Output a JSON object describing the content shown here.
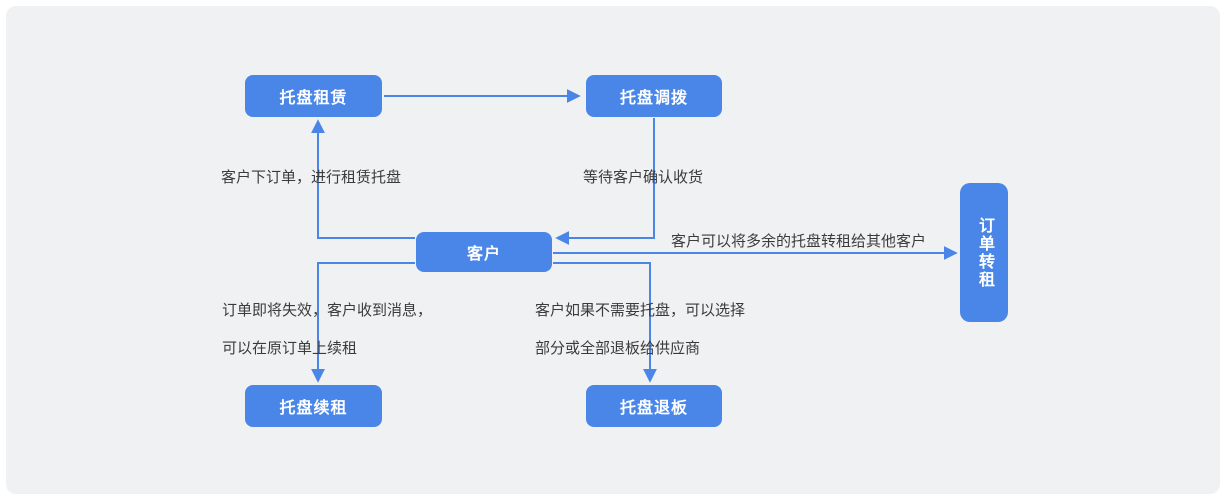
{
  "diagram": {
    "nodes": {
      "pallet_rental": {
        "label": "托盘租赁"
      },
      "pallet_transfer": {
        "label": "托盘调拨"
      },
      "customer": {
        "label": "客户"
      },
      "order_sublease": {
        "label": "订单转租"
      },
      "pallet_renew": {
        "label": "托盘续租"
      },
      "pallet_return": {
        "label": "托盘退板"
      }
    },
    "edge_labels": {
      "place_order": "客户下订单，进行租赁托盘",
      "wait_confirm": "等待客户确认收货",
      "sublease": "客户可以将多余的托盘转租给其他客户",
      "renew_line1": "订单即将失效，客户收到消息，",
      "renew_line2": "可以在原订单上续租",
      "return_line1": "客户如果不需要托盘，可以选择",
      "return_line2": "部分或全部退板给供应商"
    },
    "colors": {
      "node_fill": "#4a86e8",
      "node_text": "#ffffff",
      "arrow": "#4a86e8",
      "canvas_bg": "#f0f1f2",
      "label_text": "#3b3b3b",
      "page_bg": "#ffffff"
    }
  }
}
